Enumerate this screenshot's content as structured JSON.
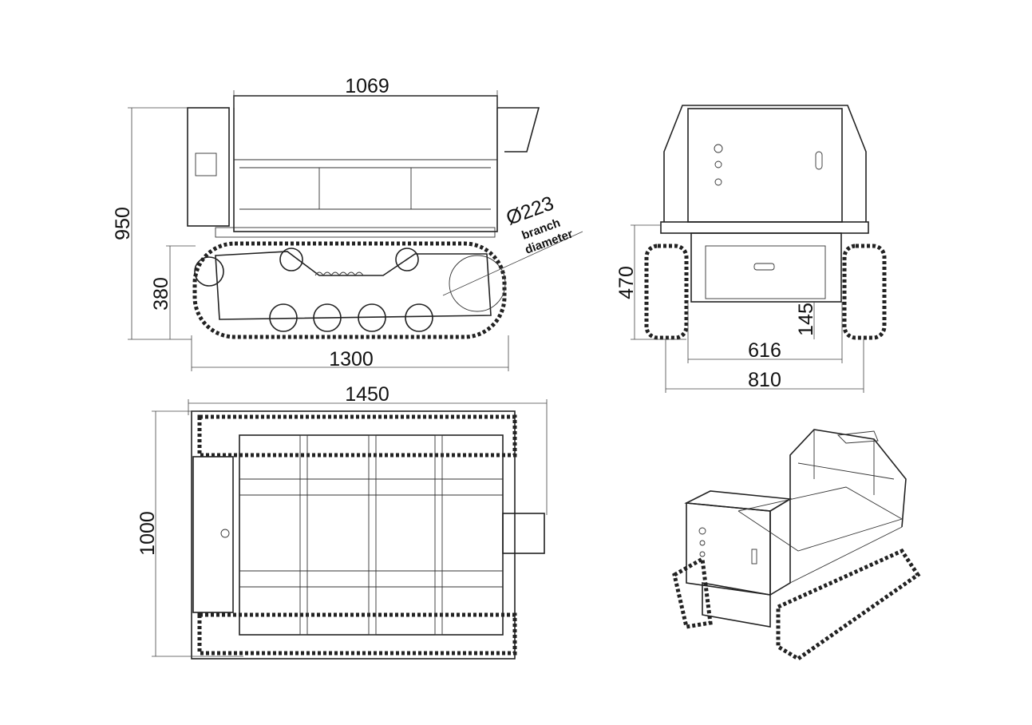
{
  "dimensions": {
    "side_top_length": "1069",
    "side_total_height": "950",
    "side_track_height": "380",
    "side_track_length": "1300",
    "branch_diameter_value": "Ø223",
    "branch_diameter_label_1": "branch",
    "branch_diameter_label_2": "diameter",
    "front_height": "470",
    "front_ground_clearance": "145",
    "front_inner_width": "616",
    "front_total_width": "810",
    "top_length": "1450",
    "top_width": "1000"
  }
}
